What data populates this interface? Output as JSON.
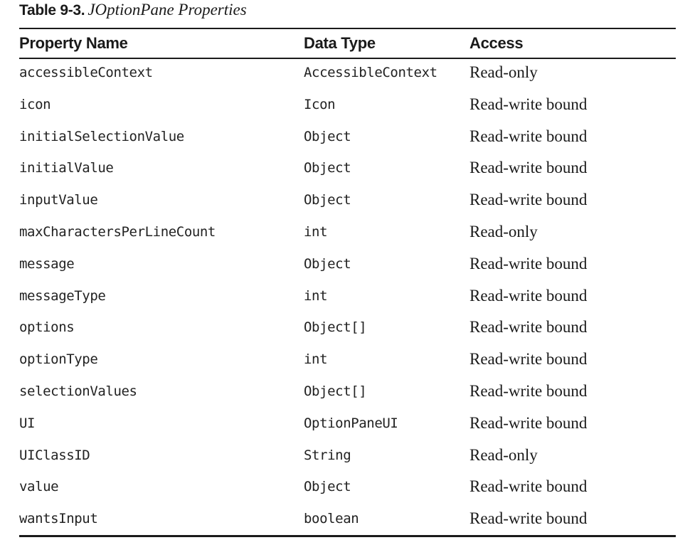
{
  "caption": {
    "number": "Table 9-3.",
    "title": "JOptionPane Properties"
  },
  "table": {
    "headers": [
      "Property Name",
      "Data Type",
      "Access"
    ],
    "rows": [
      [
        "accessibleContext",
        "AccessibleContext",
        "Read-only"
      ],
      [
        "icon",
        "Icon",
        "Read-write bound"
      ],
      [
        "initialSelectionValue",
        "Object",
        "Read-write bound"
      ],
      [
        "initialValue",
        "Object",
        "Read-write bound"
      ],
      [
        "inputValue",
        "Object",
        "Read-write bound"
      ],
      [
        "maxCharactersPerLineCount",
        "int",
        "Read-only"
      ],
      [
        "message",
        "Object",
        "Read-write bound"
      ],
      [
        "messageType",
        "int",
        "Read-write bound"
      ],
      [
        "options",
        "Object[]",
        "Read-write bound"
      ],
      [
        "optionType",
        "int",
        "Read-write bound"
      ],
      [
        "selectionValues",
        "Object[]",
        "Read-write bound"
      ],
      [
        "UI",
        "OptionPaneUI",
        "Read-write bound"
      ],
      [
        "UIClassID",
        "String",
        "Read-only"
      ],
      [
        "value",
        "Object",
        "Read-write bound"
      ],
      [
        "wantsInput",
        "boolean",
        "Read-write bound"
      ]
    ]
  }
}
